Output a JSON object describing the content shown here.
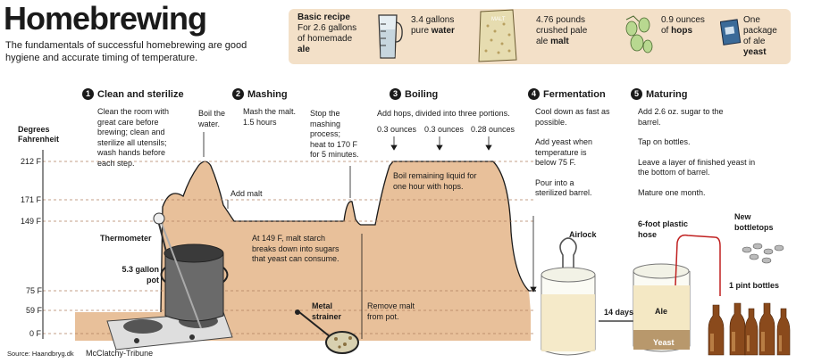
{
  "title": "Homebrewing",
  "subtitle": "The fundamentals of successful homebrewing are good hygiene and accurate timing of temperature.",
  "recipe": {
    "heading": "Basic recipe",
    "line1": "For 2.6 gallons",
    "line2": "of homemade",
    "line3": "ale",
    "water_a": "3.4 gallons",
    "water_b": "pure",
    "water_c": "water",
    "malt_a": "4.76 pounds",
    "malt_b": "crushed pale",
    "malt_c": "ale",
    "malt_d": "malt",
    "malt_bag": "MALT",
    "hops_a": "0.9 ounces",
    "hops_b": "of",
    "hops_c": "hops",
    "yeast_a": "One",
    "yeast_b": "package",
    "yeast_c": "of ale",
    "yeast_d": "yeast"
  },
  "axis": {
    "label1": "Degrees",
    "label2": "Fahrenheit",
    "ticks": [
      {
        "label": "212 F",
        "temp": 212
      },
      {
        "label": "171 F",
        "temp": 171
      },
      {
        "label": "149 F",
        "temp": 149
      },
      {
        "label": "75 F",
        "temp": 75
      },
      {
        "label": "59 F",
        "temp": 59
      },
      {
        "label": "0 F",
        "temp": 0
      }
    ]
  },
  "steps": [
    {
      "num": "1",
      "title": "Clean and sterilize",
      "text": [
        "Clean the room with",
        "great care before",
        "brewing; clean and",
        "sterilize all utensils;",
        "wash hands before",
        "each step."
      ]
    },
    {
      "num": "2",
      "title": "Mashing",
      "text": [
        "Mash the malt.",
        "1.5 hours"
      ]
    },
    {
      "num": "3",
      "title": "Boiling",
      "text": [
        "Add hops, divided into three portions."
      ]
    },
    {
      "num": "4",
      "title": "Fermentation",
      "text": [
        "Cool down as fast as",
        "possible.",
        "",
        "Add yeast when",
        "temperature is",
        "below 75 F.",
        "",
        "Pour into a",
        "sterilized barrel."
      ]
    },
    {
      "num": "5",
      "title": "Maturing",
      "text": [
        "Add 2.6 oz. sugar to the",
        "barrel.",
        "",
        "Tap on bottles.",
        "",
        "Leave a layer of finished yeast in",
        "the bottom of barrel.",
        "",
        "Mature one month."
      ]
    }
  ],
  "notes": {
    "boil_water": [
      "Boil the",
      "water."
    ],
    "stop_mash": [
      "Stop the",
      "mashing",
      "process;",
      "heat to 170 F",
      "for 5 minutes."
    ],
    "add_malt": "Add malt",
    "starch": [
      "At 149 F, malt starch",
      "breaks down into sugars",
      "that yeast can consume."
    ],
    "hops_portions": [
      "0.3 ounces",
      "0.3 ounces",
      "0.28 ounces"
    ],
    "boil_remaining": [
      "Boil remaining liquid for",
      "one hour with hops."
    ],
    "remove_malt": [
      "Remove malt",
      "from pot."
    ],
    "thermometer": "Thermometer",
    "pot": [
      "5.3 gallon",
      "pot"
    ],
    "strainer": [
      "Metal",
      "strainer"
    ],
    "airlock": "Airlock",
    "days": "14 days",
    "hose": [
      "6-foot plastic",
      "hose"
    ],
    "bottletops": [
      "New",
      "bottletops"
    ],
    "bottles": "1 pint bottles",
    "ale": "Ale",
    "yeast": "Yeast"
  },
  "credits": {
    "source": "Source: Haandbryg.dk",
    "agency": "McClatchy-Tribune"
  },
  "colors": {
    "mound": "#e8c09a",
    "mound_edge": "#8a6a50",
    "recipe_bg": "#f3e0c8",
    "bottle": "#8a4a1c",
    "dashed": "#b08060"
  }
}
